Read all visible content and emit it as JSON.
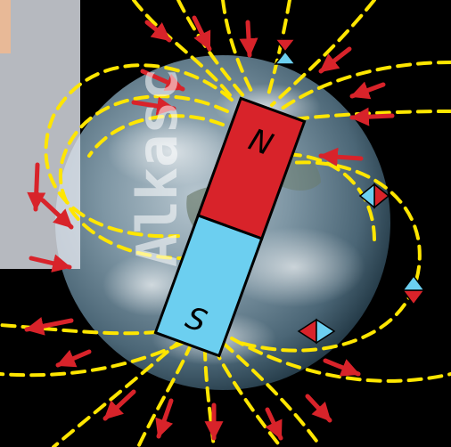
{
  "magnet": {
    "north_label": "N",
    "south_label": "S",
    "north_color": "#d8232a",
    "south_color": "#6ccff0"
  },
  "field_lines": {
    "color": "#ffe600",
    "style": "dashed"
  },
  "field_arrows": {
    "color": "#d8232a"
  },
  "compass_needles": {
    "north_color": "#d8232a",
    "south_color": "#6ccff0"
  },
  "background": {
    "space_color": "#000000",
    "earth": "globe-image"
  },
  "watermark": {
    "text": "Alkasc"
  }
}
